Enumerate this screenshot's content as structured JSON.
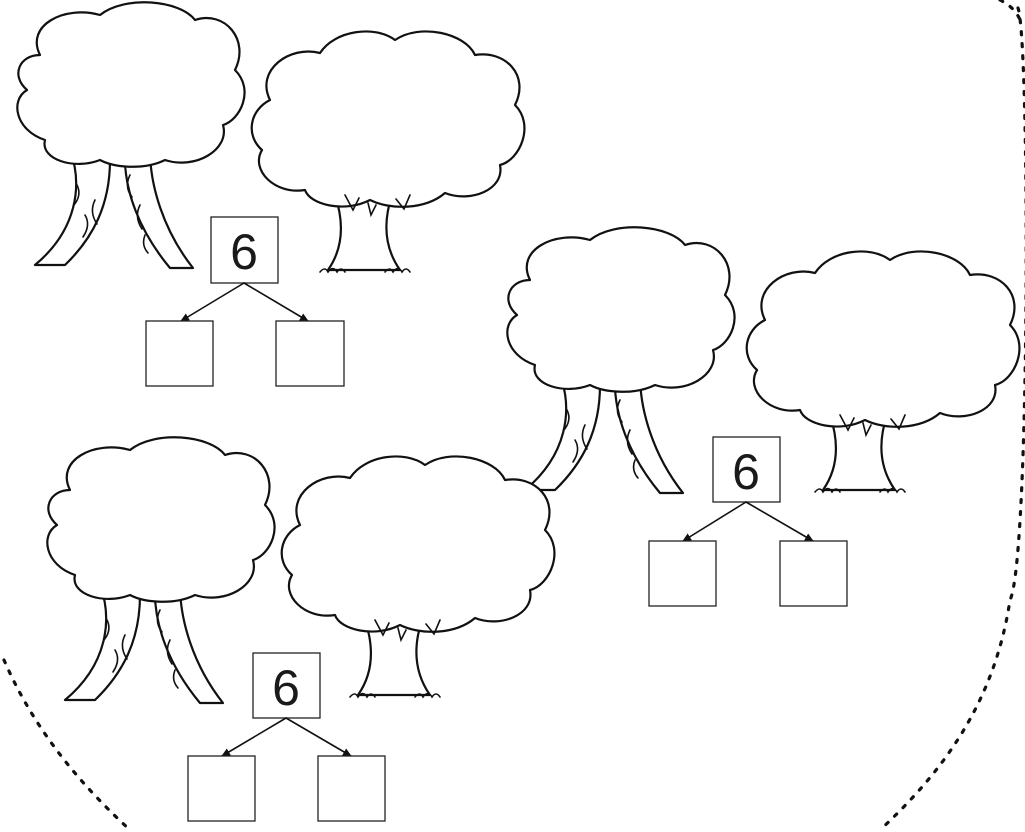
{
  "worksheet": {
    "groups": [
      {
        "total": "6",
        "trees": [
          "bare-tree",
          "oak-tree"
        ],
        "parts": [
          "",
          ""
        ]
      },
      {
        "total": "6",
        "trees": [
          "bare-tree",
          "oak-tree"
        ],
        "parts": [
          "",
          ""
        ]
      },
      {
        "total": "6",
        "trees": [
          "bare-tree",
          "oak-tree"
        ],
        "parts": [
          "",
          ""
        ]
      }
    ]
  }
}
